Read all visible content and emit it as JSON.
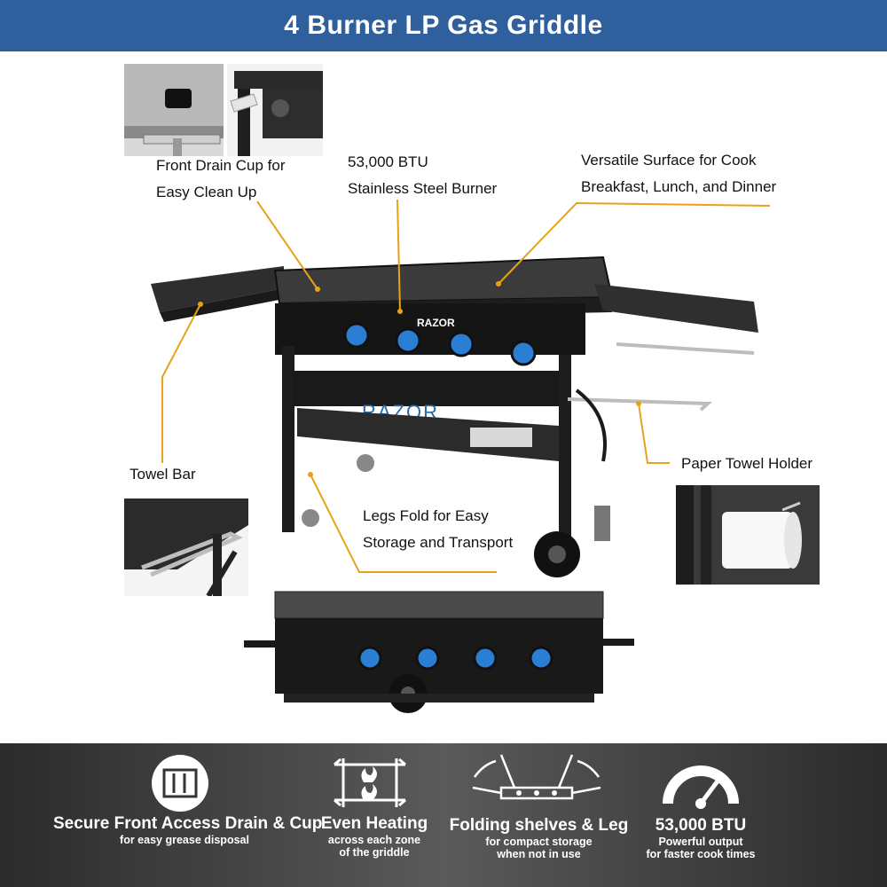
{
  "banner": {
    "title": "4 Burner LP Gas Griddle",
    "color": "#2f5f9c"
  },
  "callouts": {
    "drain_cup": [
      "Front Drain Cup for",
      "Easy Clean Up"
    ],
    "btu": [
      "53,000 BTU",
      "Stainless Steel Burner"
    ],
    "surface": [
      "Versatile Surface for Cook",
      "Breakfast, Lunch, and Dinner"
    ],
    "towel_bar": "Towel Bar",
    "paper_towel": "Paper Towel Holder",
    "legs": [
      "Legs Fold for Easy",
      "Storage and Transport"
    ]
  },
  "brand": "RAZOR",
  "accent_colors": {
    "callout_line": "#e8a21a",
    "knob": "#2a7fd4"
  },
  "features": [
    {
      "title": "Secure Front Access Drain & Cup",
      "sub": [
        "for easy grease disposal"
      ],
      "icon": "drain-cup-icon"
    },
    {
      "title": "Even Heating",
      "sub": [
        "across each zone",
        "of the griddle"
      ],
      "icon": "even-heat-icon"
    },
    {
      "title": "Folding shelves & Leg",
      "sub": [
        "for compact storage",
        "when not in use"
      ],
      "icon": "folding-griddle-icon"
    },
    {
      "title": "53,000 BTU",
      "sub": [
        "Powerful output",
        "for faster cook times"
      ],
      "icon": "gauge-icon"
    }
  ]
}
